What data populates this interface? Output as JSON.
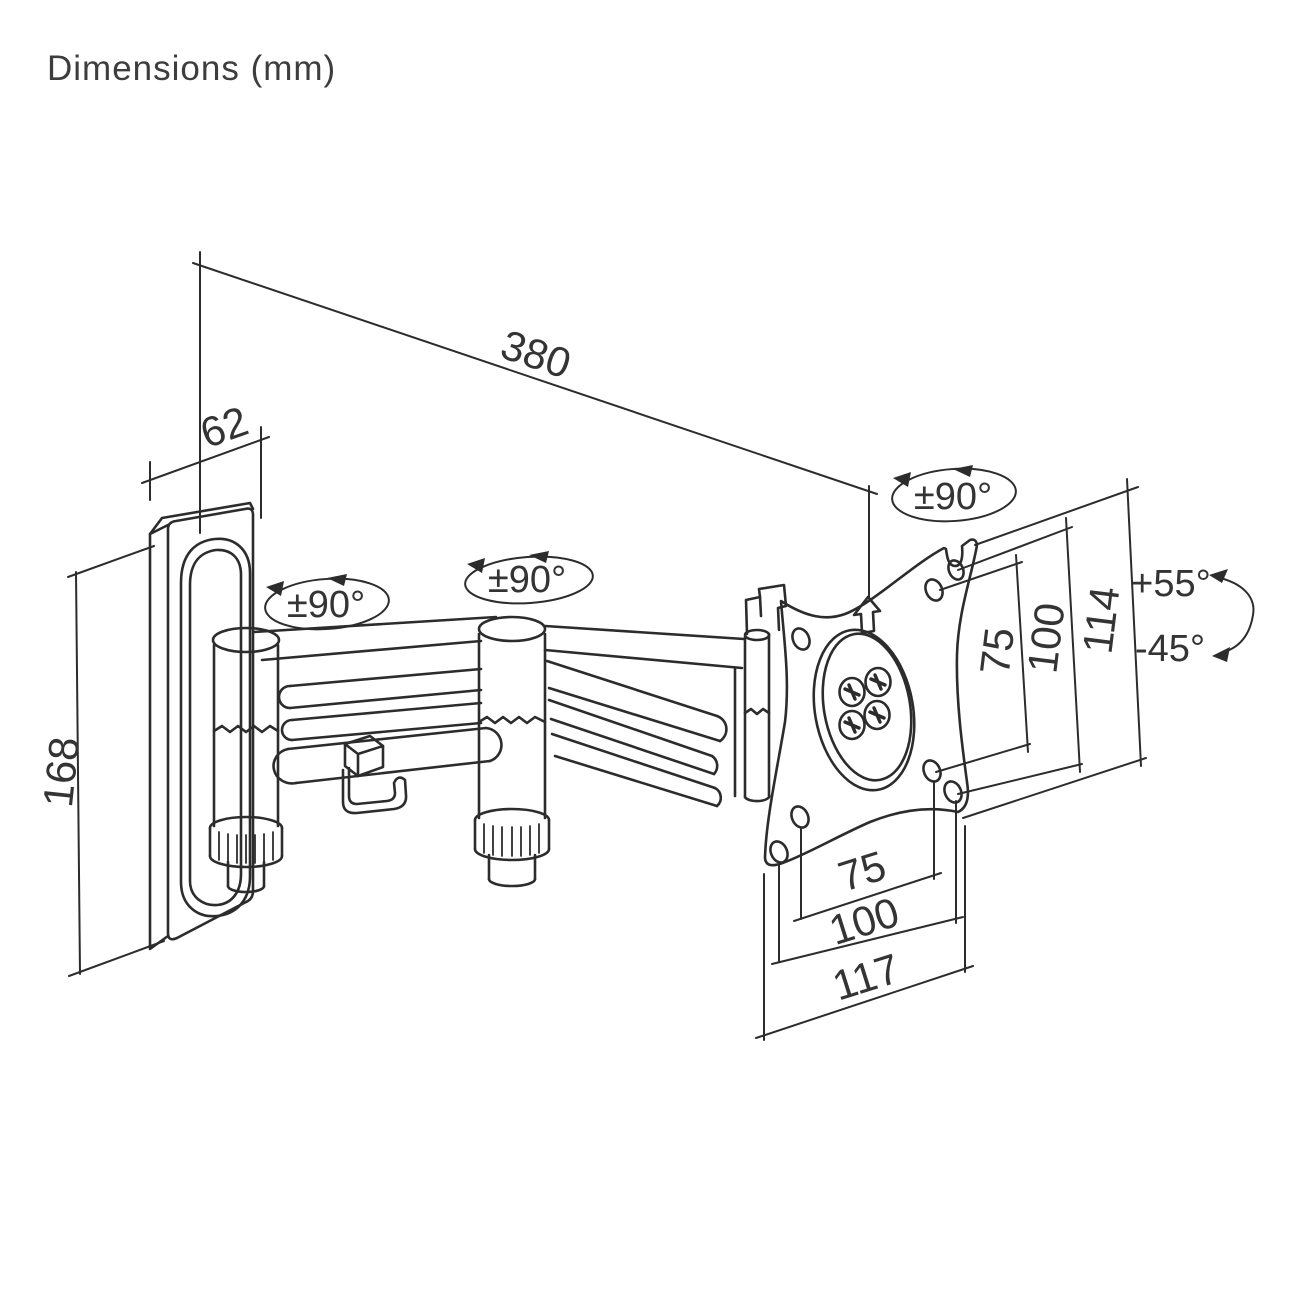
{
  "title": "Dimensions (mm)",
  "dimensions": {
    "arm_reach": "380",
    "wall_plate_width": "62",
    "wall_plate_height": "168",
    "head_height": "114",
    "vesa_vertical_100": "100",
    "vesa_vertical_75": "75",
    "vesa_horizontal_75": "75",
    "vesa_horizontal_100": "100",
    "head_width": "117"
  },
  "angles": {
    "swivel_wall_joint": "±90°",
    "swivel_mid_joint": "±90°",
    "swivel_head_joint": "±90°",
    "tilt_up": "+55°",
    "tilt_down": "-45°"
  },
  "colors": {
    "line": "#2c2c2c",
    "text": "#343434",
    "background": "#ffffff"
  }
}
